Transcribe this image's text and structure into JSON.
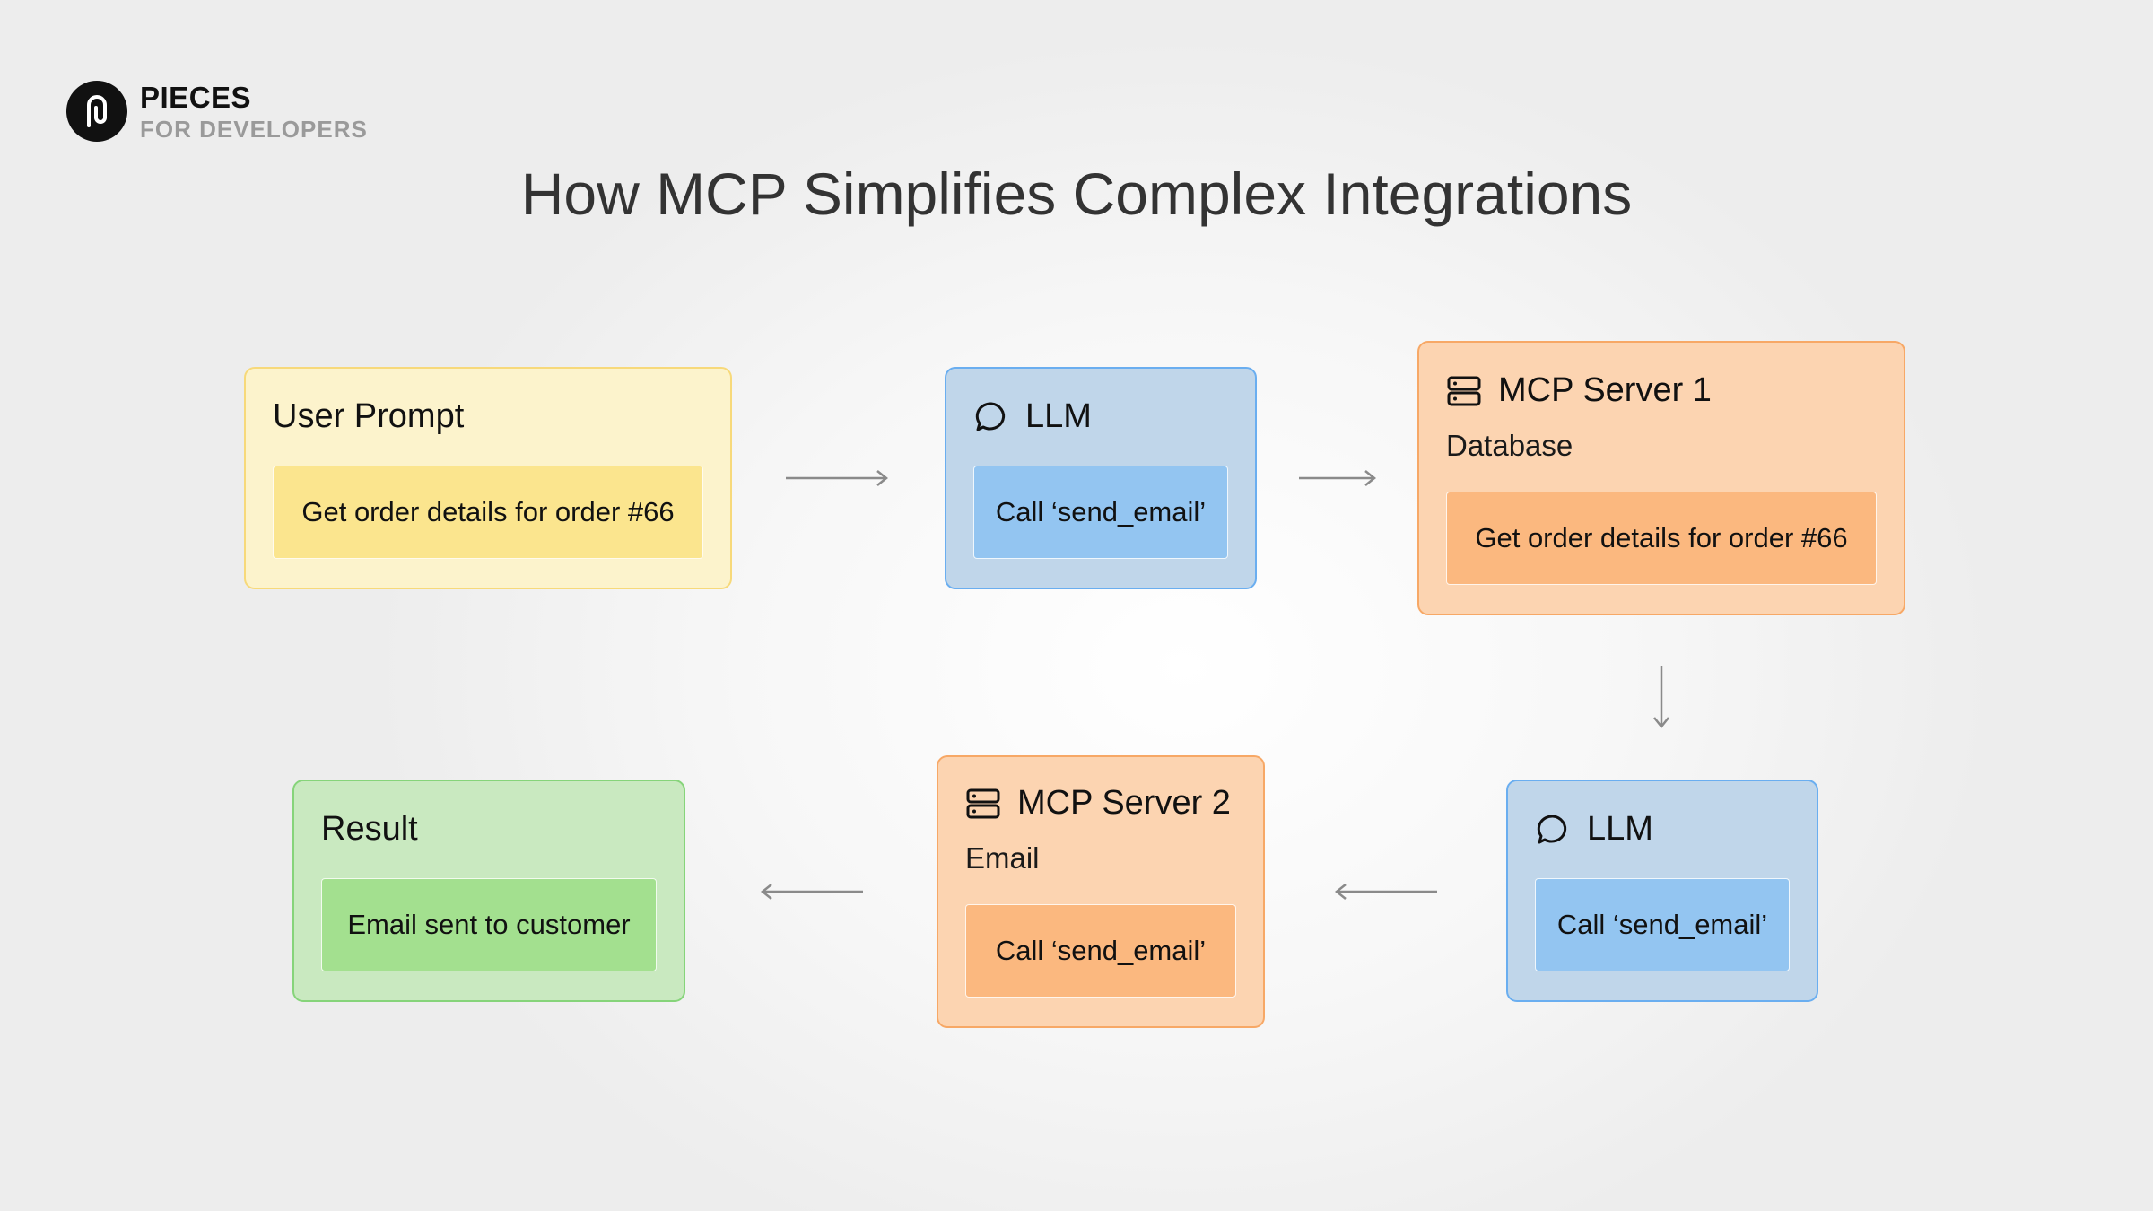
{
  "brand": {
    "name": "PIECES",
    "subtitle": "FOR DEVELOPERS",
    "icon": "pieces-logo-icon"
  },
  "title": "How MCP Simplifies Complex Integrations",
  "colors": {
    "yellow": "#fcf3cc",
    "blue": "#c0d6ea",
    "orange": "#fcd4b1",
    "green": "#c9e9c0",
    "arrow": "#8a8a8a",
    "title": "#333333"
  },
  "nodes": {
    "user_prompt": {
      "title": "User Prompt",
      "content": "Get order details for order #66"
    },
    "llm_1": {
      "title": "LLM",
      "icon": "chat-bubble-icon",
      "content": "Call ‘send_email’"
    },
    "mcp_server_1": {
      "title": "MCP Server 1",
      "icon": "server-icon",
      "subtitle": "Database",
      "content": "Get order details for order #66"
    },
    "llm_2": {
      "title": "LLM",
      "icon": "chat-bubble-icon",
      "content": "Call ‘send_email’"
    },
    "mcp_server_2": {
      "title": "MCP Server 2",
      "icon": "server-icon",
      "subtitle": "Email",
      "content": "Call ‘send_email’"
    },
    "result": {
      "title": "Result",
      "content": "Email sent to customer"
    }
  },
  "edges": [
    {
      "from": "user_prompt",
      "to": "llm_1",
      "direction": "right"
    },
    {
      "from": "llm_1",
      "to": "mcp_server_1",
      "direction": "right"
    },
    {
      "from": "mcp_server_1",
      "to": "llm_2",
      "direction": "down"
    },
    {
      "from": "llm_2",
      "to": "mcp_server_2",
      "direction": "left"
    },
    {
      "from": "mcp_server_2",
      "to": "result",
      "direction": "left"
    }
  ]
}
